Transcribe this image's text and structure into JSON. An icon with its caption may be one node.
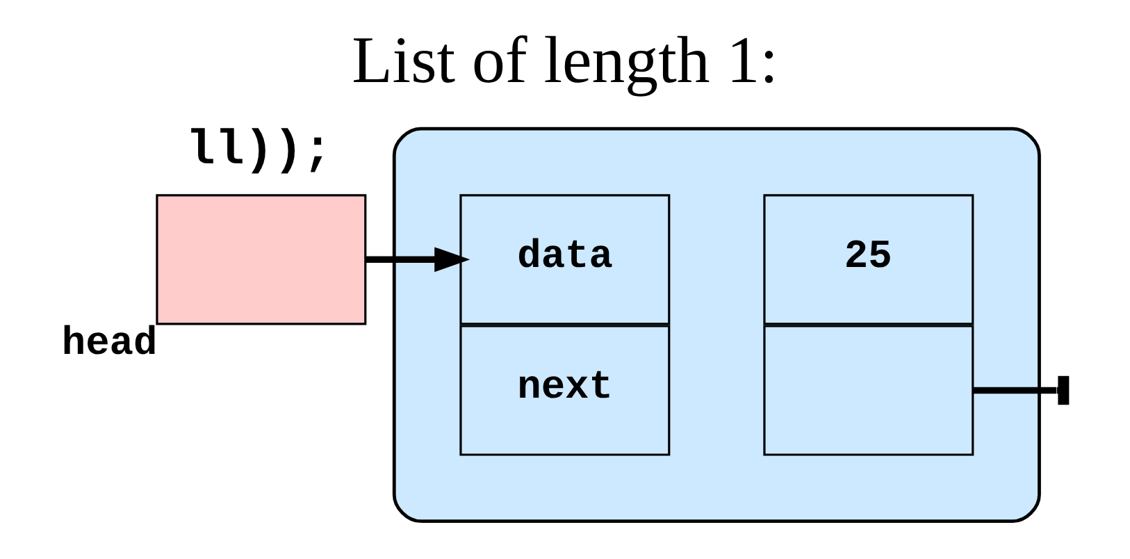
{
  "diagram": {
    "title": "List of length 1:",
    "nodes": [
      {
        "text": [],
        "shape": "box",
        "beside": [
          "head"
        ]
      },
      {
        "text": [],
        "shape": "ellipse"
      },
      {
        "text": [
          "data"
        ],
        "in": 1
      },
      {
        "text": [
          "25"
        ],
        "in": 1
      },
      {
        "text": [
          "next"
        ],
        "in": 1
      },
      {
        "text": [],
        "shape": "box",
        "in": 1
      }
    ],
    "edges": [
      {
        "from": 0,
        "to": 2,
        "arrow": "to"
      },
      {
        "from": 5,
        "to": null,
        "arrow": "other"
      }
    ],
    "labels": [
      "ll));"
    ]
  }
}
